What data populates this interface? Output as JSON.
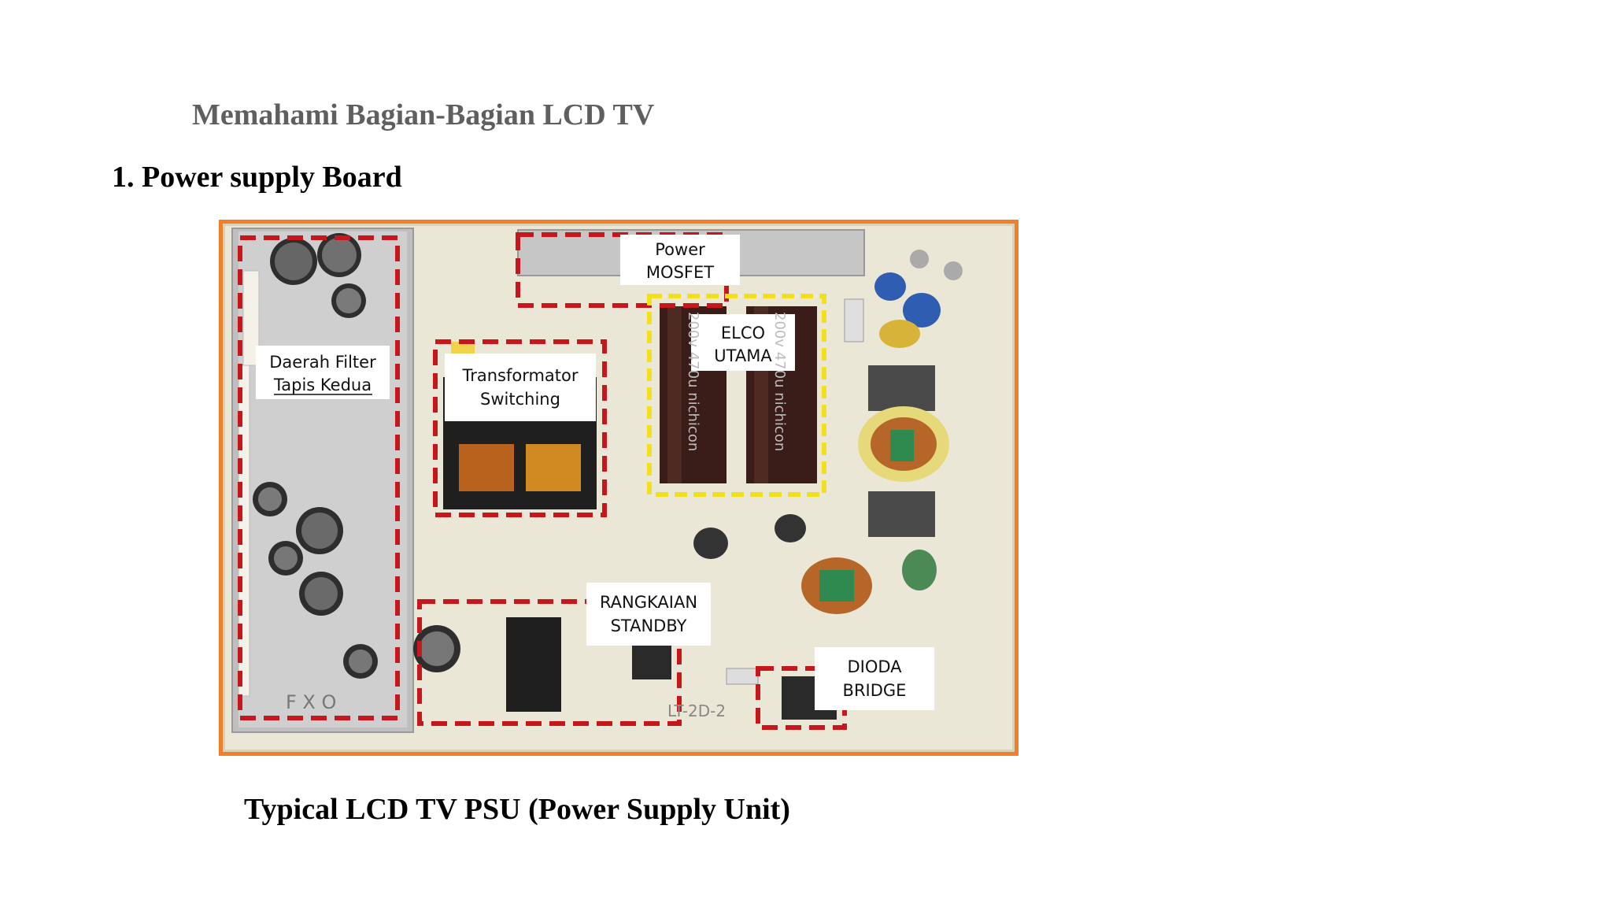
{
  "document": {
    "subtitle": "Memahami Bagian-Bagian LCD TV",
    "section_heading": "1. Power supply Board",
    "caption": "Typical LCD TV PSU (Power Supply Unit)"
  },
  "figure": {
    "labels": {
      "filter_line1": "Daerah Filter",
      "filter_line2": "Tapis Kedua",
      "transformer_line1": "Transformator",
      "transformer_line2": "Switching",
      "mosfet_line1": "Power",
      "mosfet_line2": "MOSFET",
      "elco_line1": "ELCO",
      "elco_line2": "UTAMA",
      "standby_line1": "RANGKAIAN",
      "standby_line2": "STANDBY",
      "diode_line1": "DIODA",
      "diode_line2": "BRIDGE"
    },
    "board_markings": {
      "fxo": "F X O",
      "model": "LT-2D-2",
      "elco_print_1": "200v 470u nichicon",
      "elco_print_2": "200v 470u nichicon"
    },
    "colors": {
      "frame": "#f07f2a",
      "red_dash": "#c8171c",
      "yellow_dash": "#f2e01b",
      "board": "#ece8d8"
    }
  }
}
